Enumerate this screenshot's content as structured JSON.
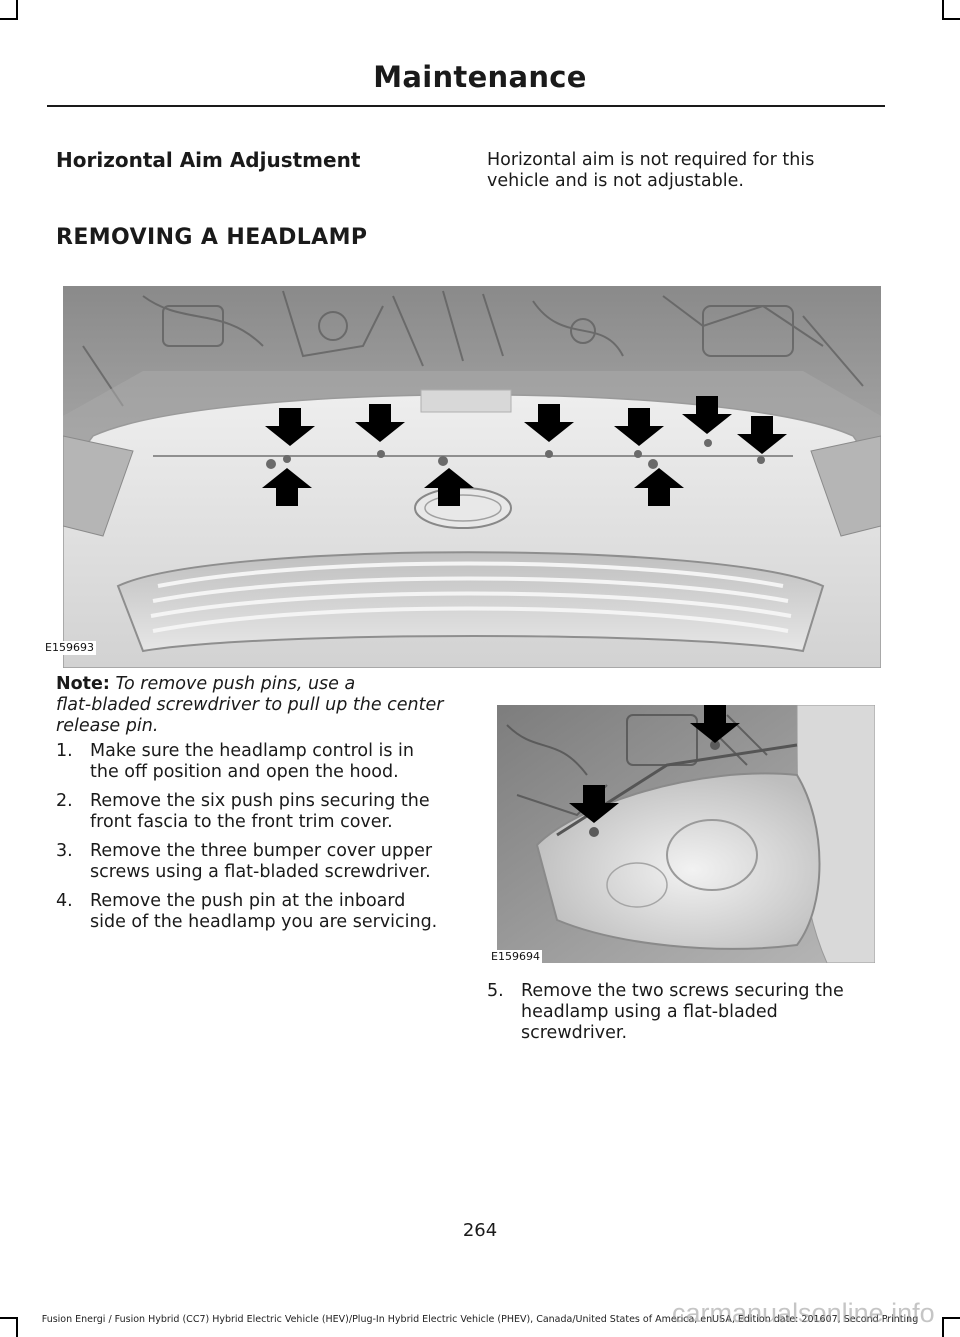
{
  "header": {
    "title": "Maintenance"
  },
  "horizontal_aim": {
    "heading": "Horizontal Aim Adjustment",
    "body_lines": [
      "Horizontal aim is not required for this",
      "vehicle and is not adjustable."
    ]
  },
  "removing": {
    "heading": "REMOVING A HEADLAMP"
  },
  "figures": {
    "front": {
      "code": "E159693"
    },
    "headlamp": {
      "code": "E159694"
    }
  },
  "note": {
    "label": "Note:",
    "lines": [
      "To remove push pins, use a",
      "flat-bladed screwdriver to pull up the center",
      "release pin."
    ]
  },
  "steps": [
    {
      "num": "1.",
      "lines": [
        "Make sure the headlamp control is in",
        "the off position and open the hood."
      ]
    },
    {
      "num": "2.",
      "lines": [
        "Remove the six push pins securing the",
        "front fascia to the front trim cover."
      ]
    },
    {
      "num": "3.",
      "lines": [
        "Remove the three bumper cover upper",
        "screws using a flat-bladed screwdriver."
      ]
    },
    {
      "num": "4.",
      "lines": [
        "Remove the push pin at the inboard",
        "side of the headlamp you are servicing."
      ]
    },
    {
      "num": "5.",
      "lines": [
        "Remove the two screws securing the",
        "headlamp using a flat-bladed",
        "screwdriver."
      ]
    }
  ],
  "page_number": "264",
  "footer": "Fusion Energi / Fusion Hybrid (CC7) Hybrid Electric Vehicle (HEV)/Plug-In Hybrid Electric Vehicle (PHEV), Canada/United States of America, enUSA, Edition date: 201607, Second Printing",
  "watermark": "carmanualsonline.info"
}
